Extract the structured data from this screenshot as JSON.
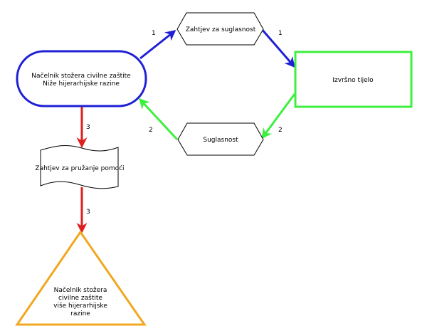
{
  "colors": {
    "blue": "#1f1fd6",
    "green": "#3ef03e",
    "red": "#e01e1e",
    "orange": "#f0a820",
    "black": "#000000"
  },
  "nodes": {
    "nacelnik_nize": {
      "lines": [
        "Načelnik stožera civilne zaštite",
        "Niže hijerarhijske razine"
      ]
    },
    "zahtjev_suglasnost": {
      "lines": [
        "Zahtjev za suglasnost"
      ]
    },
    "izvrsno_tijelo": {
      "lines": [
        "Izvršno tijelo"
      ]
    },
    "suglasnost": {
      "lines": [
        "Suglasnost"
      ]
    },
    "zahtjev_pomoc": {
      "lines": [
        "Zahtjev za pružanje pomoći"
      ]
    },
    "nacelnik_vise": {
      "lines": [
        "Načelnik stožera",
        "civilne zaštite",
        "više hijerarhijske",
        "razine"
      ]
    }
  },
  "edge_labels": {
    "blue_1_left": "1",
    "blue_1_right": "1",
    "green_2_right": "2",
    "green_2_left": "2",
    "red_3_top": "3",
    "red_3_bottom": "3"
  }
}
